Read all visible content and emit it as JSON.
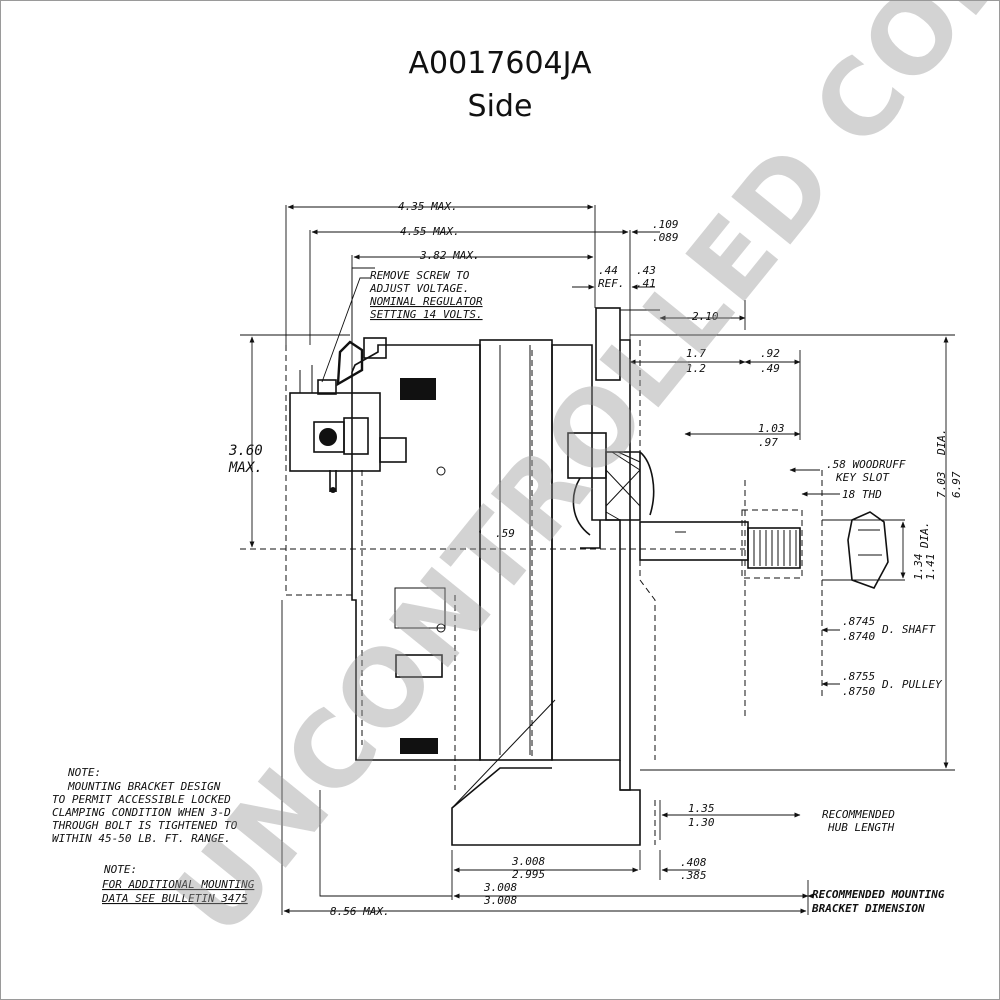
{
  "title": {
    "part_number": "A0017604JA",
    "view": "Side"
  },
  "watermark": {
    "text": "UNCONTROLLED COPY",
    "color": "#969696"
  },
  "dimensions": {
    "d_435": "4.35 MAX.",
    "d_455": "4.55 MAX.",
    "d_382": "3.82 MAX.",
    "d_109": ".109",
    "d_089": ".089",
    "d_44": ".44",
    "d_ref": "REF.",
    "d_43": ".43",
    "d_41": ".41",
    "d_210": "2.10",
    "d_17": "1.7",
    "d_12": "1.2",
    "d_92": ".92",
    "d_49": ".49",
    "d_03": "1.03",
    "d_97": ".97",
    "d_360": "3.60",
    "d_max": "MAX.",
    "d_59": ".59",
    "d_703": "7.03",
    "d_dia": "DIA.",
    "d_697": "6.97",
    "d_woodruff": ".58 WOODRUFF",
    "d_keyslot": "KEY SLOT",
    "d_thd": "18 THD",
    "d_134": "1.34",
    "d_141": "1.41",
    "d_dia2": "DIA.",
    "d_8745": ".8745",
    "d_8740": ".8740",
    "d_shaft": "D. SHAFT",
    "d_8755": ".8755",
    "d_8750": ".8750",
    "d_pulley": "D. PULLEY",
    "d_135": "1.35",
    "d_130": "1.30",
    "d_hub1": "RECOMMENDED",
    "d_hub2": "HUB LENGTH",
    "d_3008a": "3.008",
    "d_2995": "2.995",
    "d_408": ".408",
    "d_385": ".385",
    "d_3008b": "3.008",
    "d_3008c": "3.008",
    "d_856": "8.56 MAX.",
    "d_mount1": "RECOMMENDED MOUNTING",
    "d_mount2": "BRACKET DIMENSION"
  },
  "notes": {
    "remove_screw": [
      "REMOVE SCREW TO",
      "ADJUST VOLTAGE.",
      "NOMINAL REGULATOR",
      "SETTING 14 VOLTS."
    ],
    "note1_title": "NOTE:",
    "note1_lines": [
      "MOUNTING BRACKET DESIGN",
      "TO PERMIT ACCESSIBLE LOCKED",
      "CLAMPING CONDITION WHEN 3-D",
      "THROUGH BOLT IS TIGHTENED TO",
      "WITHIN 45-50 LB. FT. RANGE."
    ],
    "note2_title": "NOTE:",
    "note2_lines": [
      "FOR ADDITIONAL MOUNTING",
      "DATA SEE BULLETIN 3475"
    ]
  }
}
